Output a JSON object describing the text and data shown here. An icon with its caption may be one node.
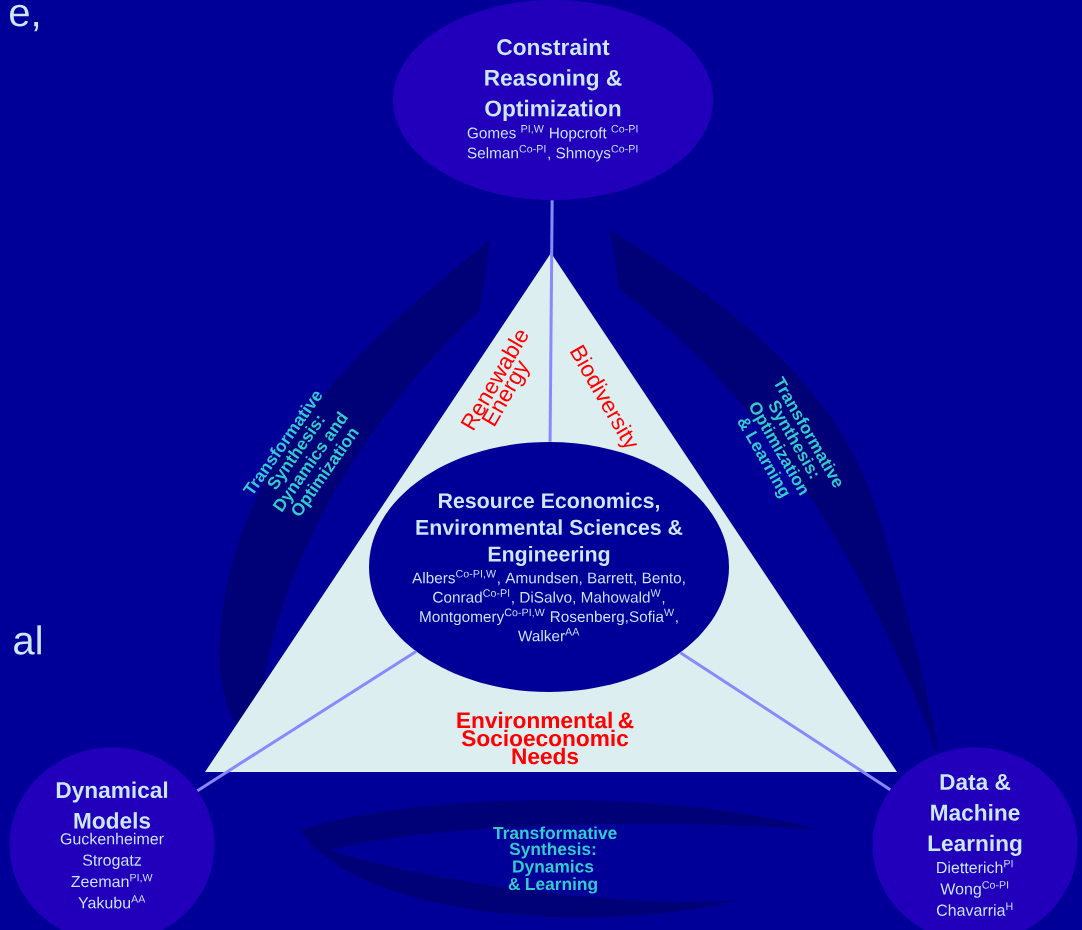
{
  "diagram": {
    "nodes": [
      {
        "text": [
          "Constraint Reasoning & Optimization",
          "Gomes $^{PI,W}$ Hopcroft $^{Co-PI}$ Selman$^{Co-PI}$, Shmoys$^{Co-PI}$"
        ]
      },
      {
        "text": [
          "Renewable Energy",
          "Biodiversity",
          "Environmental & Socioeconomic Needs"
        ]
      },
      {
        "text": [
          "Resource Economics, Environmental Sciences & Engineering",
          "Albers$^{Co-PI,W}$, Amundsen, Barrett, Bento, Conrad$^{Co-PI}$, DiSalvo, Mahowald$^{W}$, Montgomery$^{Co-PI,W}$ Rosenberg,Sofia$^{W}$, Walker$^{AA}$"
        ],
        "in": 1
      },
      {
        "text": [
          "Dynamical Models",
          "Guckenheimer Strogatz Zeeman$^{PI,W}$ Yakubu$^{AA}$"
        ]
      },
      {
        "text": [
          "Data & Machine Learning",
          "Dietterich$^{PI}$ Wong$^{Co-PI}$ Chavarria$^{H}$"
        ]
      }
    ],
    "edges": [
      {
        "from": 2,
        "to": 0,
        "arrow": "none"
      },
      {
        "from": 2,
        "to": 3,
        "arrow": "none"
      },
      {
        "from": 2,
        "to": 4,
        "arrow": "none"
      }
    ],
    "labels": [
      "e,",
      "Transformative Synthesis: Dynamics and Optimization",
      "Transformative Synthesis: Optimization & Learning",
      "al",
      "Transformative Synthesis: Dynamics & Learning"
    ]
  }
}
